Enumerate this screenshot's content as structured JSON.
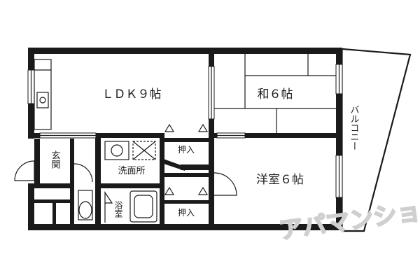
{
  "rooms": {
    "ldk": "ＬＤＫ９帖",
    "washitsu": "和６帖",
    "youshitsu": "洋室６帖",
    "balcony": "バルコニー",
    "entrance": "玄関",
    "washroom": "洗面所",
    "bath": "浴室",
    "closet_upper": "押入",
    "closet_lower": "押入"
  },
  "watermark": "アパマンショップ",
  "colors": {
    "wall": "#1a1a1a",
    "watermark": "#cfcfcf"
  }
}
